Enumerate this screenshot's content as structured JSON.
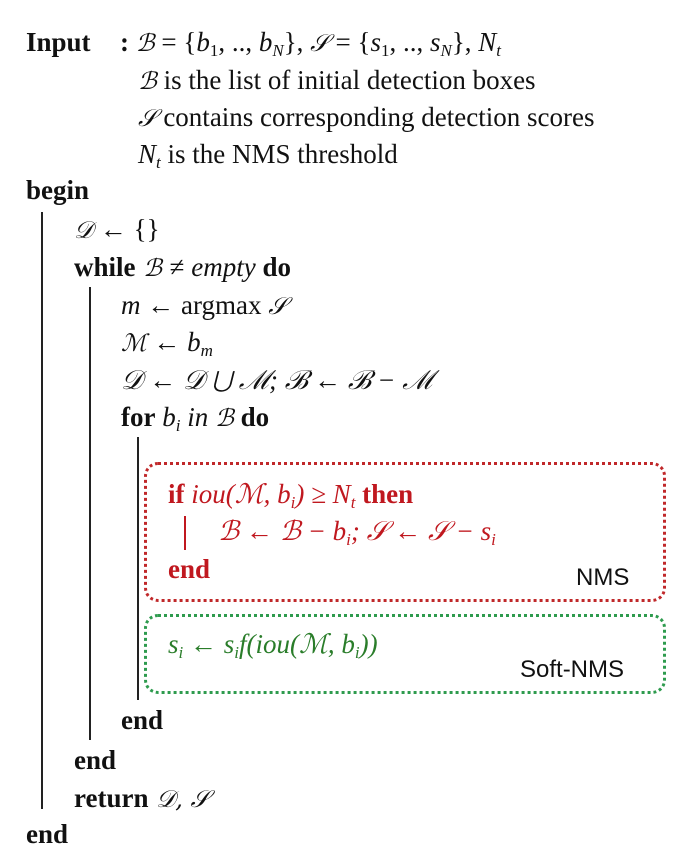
{
  "algorithm": {
    "input": {
      "label": "Input",
      "sep": ":",
      "signature": "ℬ = {b₁, .., b_N}, 𝒮 = {s₁, .., s_N}, Nₜ",
      "sig_parts": {
        "B": "ℬ",
        "eq1": " = {",
        "b1": "b",
        "b1_sub": "1",
        "dots1": ", .., ",
        "bN": "b",
        "bN_sub": "N",
        "close1": "}, ",
        "S": "𝒮",
        "eq2": " = {",
        "s1": "s",
        "s1_sub": "1",
        "dots2": ", .., ",
        "sN": "s",
        "sN_sub": "N",
        "close2": "}, ",
        "Nt": "N",
        "Nt_sub": "t"
      },
      "descriptions": [
        {
          "sym": "ℬ",
          "text": " is the list of initial detection boxes"
        },
        {
          "sym": "𝒮",
          "text": " contains corresponding detection scores"
        },
        {
          "sym": "N",
          "sym_sub": "t",
          "text": " is the NMS threshold"
        }
      ]
    },
    "begin": "begin",
    "init": {
      "lhs": "𝒟",
      "arrow": " ← ",
      "rhs": "{}"
    },
    "while": {
      "kw": "while",
      "cond_B": " ℬ ",
      "neq": "≠ ",
      "empty": "empty",
      "do": " do"
    },
    "argmax": {
      "lhs": "m",
      "arrow": " ← ",
      "fn": "argmax ",
      "arg": "𝒮"
    },
    "select": {
      "lhs": "ℳ",
      "arrow": " ← ",
      "b": "b",
      "sub": "m"
    },
    "update": {
      "text": "𝒟 ← 𝒟 ⋃ ℳ; ℬ ← ℬ − ℳ"
    },
    "for": {
      "kw": "for",
      "var": " b",
      "var_sub": "i",
      "in": " in ",
      "set": "ℬ",
      "do": " do"
    },
    "nms_block": {
      "if_kw": "if",
      "cond": "  iou(ℳ, b",
      "cond_sub": "i",
      "cond_rest": ") ≥ N",
      "cond_sub2": "t",
      "then_kw": " then",
      "body": "ℬ ← ℬ − b",
      "body_sub": "i",
      "body_rest": "; 𝒮 ← 𝒮 − s",
      "body_sub2": "i",
      "end_kw": "end",
      "tag": "NMS",
      "color": "#c0181f",
      "border_color": "#c0282a"
    },
    "soft_block": {
      "lhs": "s",
      "lhs_sub": "i",
      "arrow": " ← s",
      "rhs_sub": "i",
      "rhs": "f(iou(ℳ, b",
      "rhs_sub2": "i",
      "rhs_end": "))",
      "tag": "Soft-NMS",
      "color": "#2a7d2a",
      "border_color": "#2e9b4e"
    },
    "end_for": "end",
    "end_while": "end",
    "return": {
      "kw": "return",
      "vals": " 𝒟, 𝒮"
    },
    "end": "end"
  }
}
